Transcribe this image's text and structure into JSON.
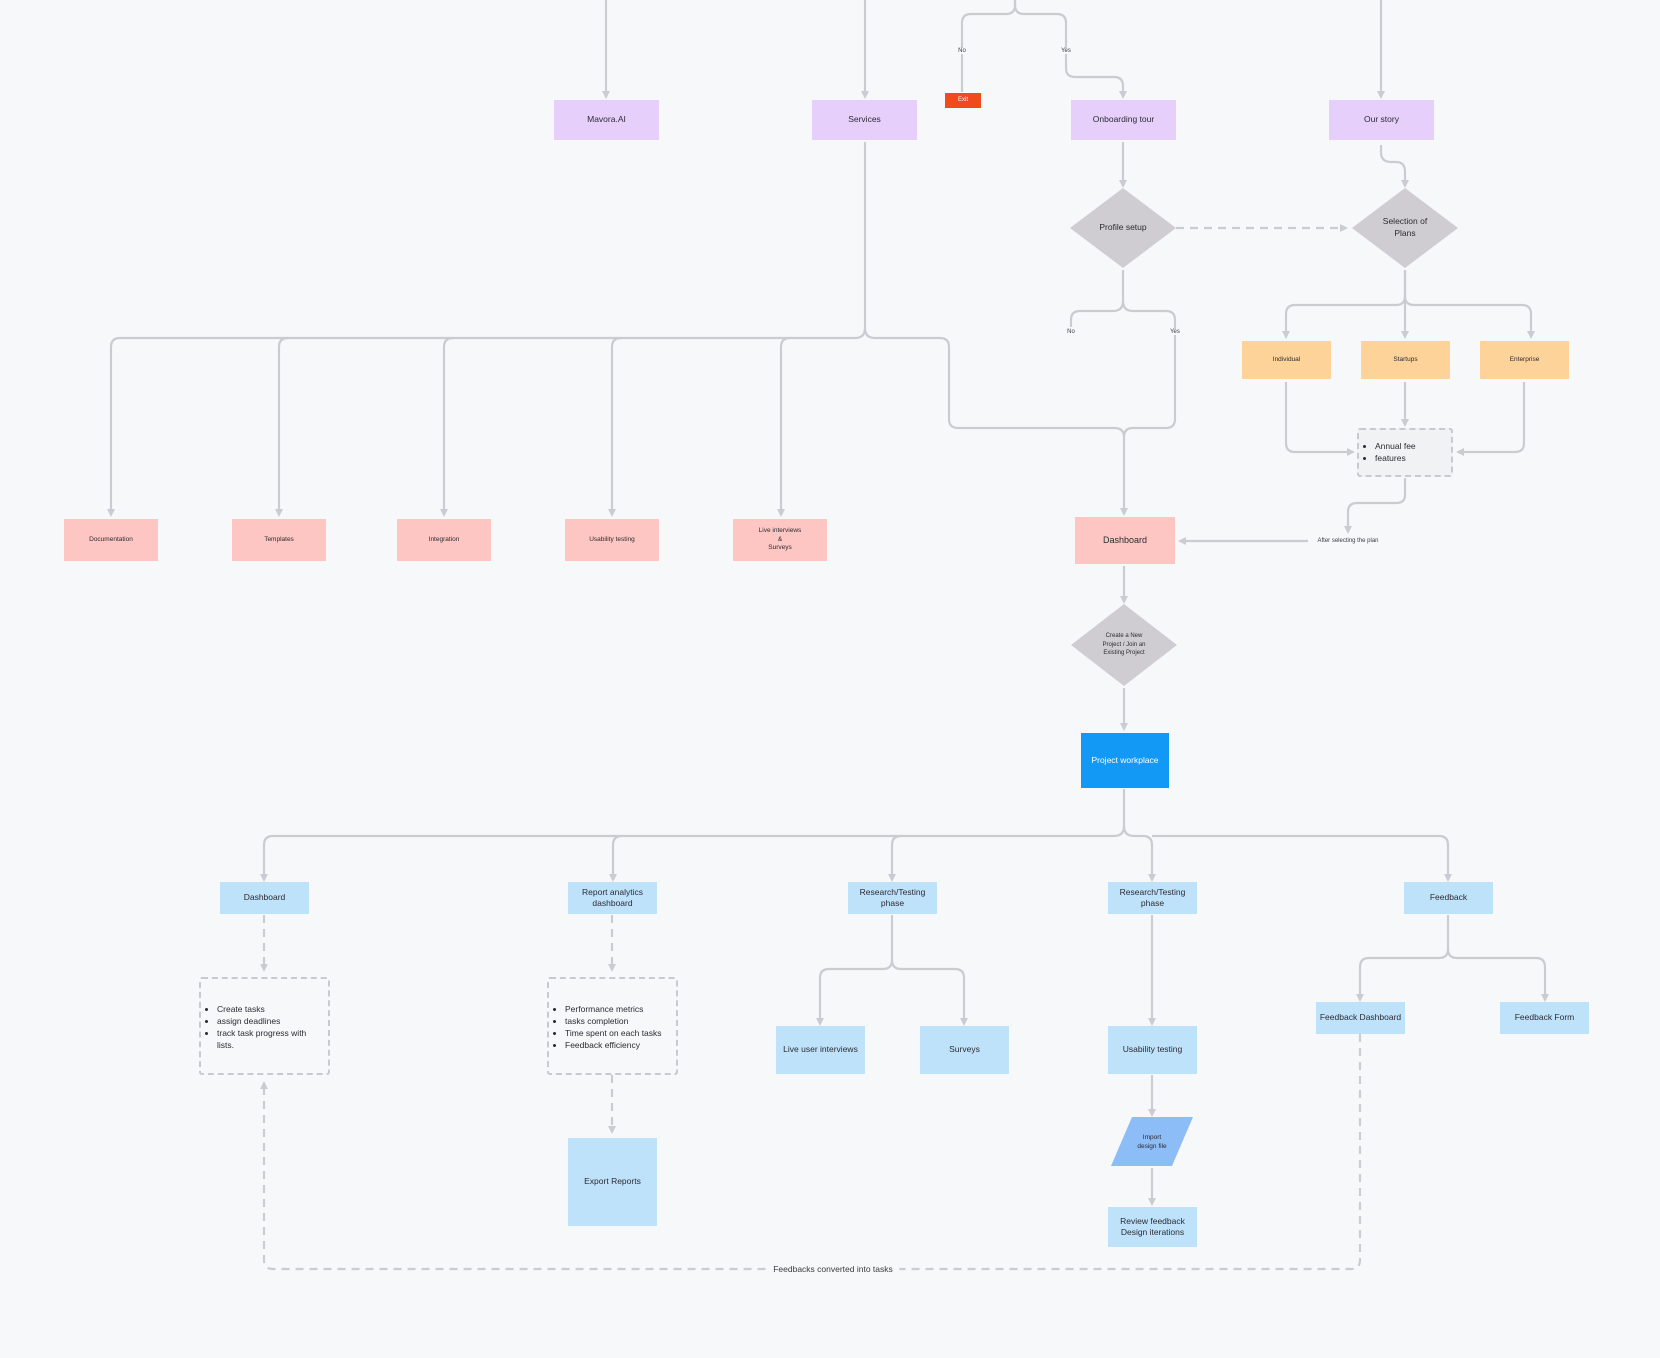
{
  "colors": {
    "purple": "#e6cffa",
    "pink": "#fdc6c2",
    "orange": "#fdd39a",
    "light_blue": "#bfe2fb",
    "bright_blue": "#1298f5",
    "exit_red": "#f04a1d",
    "diamond_gray": "#cfcdd1",
    "connector": "#cbcbd1"
  },
  "top_nodes": {
    "mavora": "Mavora.AI",
    "services": "Services",
    "onboarding": "Onboarding tour",
    "our_story": "Our story",
    "exit": "Exit"
  },
  "decisions": {
    "profile_setup": "Profile setup",
    "selection_of_plans": "Selection of\nPlans",
    "create_project": "Create a New\nProject / Join an\nExisting Project"
  },
  "branch_labels": {
    "top_no": "No",
    "top_yes": "Yes",
    "profile_no": "No",
    "profile_yes": "Yes",
    "after_plan": "After selecting the plan",
    "feedback_loop": "Feedbacks converted into tasks"
  },
  "services_children": [
    "Documentation",
    "Templates",
    "Integration",
    "Usability testing",
    "Live interviews\n&\nSurveys"
  ],
  "plans": [
    "Individual",
    "Startups",
    "Enterprise"
  ],
  "plan_details": [
    "Annual fee",
    "features"
  ],
  "dashboard_main": "Dashboard",
  "project_workplace": "Project workplace",
  "workspace_children": {
    "dashboard": "Dashboard",
    "report_analytics": "Report analytics\ndashboard",
    "research_1": "Research/Testing\nphase",
    "research_2": "Research/Testing\nphase",
    "feedback": "Feedback"
  },
  "dashboard_tasks": [
    "Create tasks",
    "assign deadlines",
    "track task progress with lists."
  ],
  "report_metrics": [
    "Performance metrics",
    "tasks completion",
    "Time spent on each tasks",
    "Feedback efficiency"
  ],
  "export_reports": "Export Reports",
  "research_children": [
    "Live user interviews",
    "Surveys"
  ],
  "usability_testing": "Usability testing",
  "import_design": "Import\ndesign file",
  "review_feedback": "Review feedback\nDesign iterations",
  "feedback_children": [
    "Feedback Dashboard",
    "Feedback Form"
  ]
}
